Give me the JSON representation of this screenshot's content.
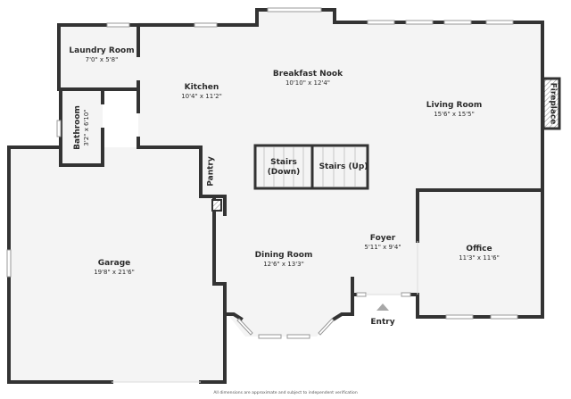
{
  "rooms": {
    "laundry": {
      "name": "Laundry Room",
      "dims": "7'0\" x 5'8\""
    },
    "kitchen": {
      "name": "Kitchen",
      "dims": "10'4\" x 11'2\""
    },
    "breakfast": {
      "name": "Breakfast Nook",
      "dims": "10'10\" x 12'4\""
    },
    "living": {
      "name": "Living Room",
      "dims": "15'6\" x 15'5\""
    },
    "fireplace": {
      "name": "Fireplace"
    },
    "bathroom": {
      "name": "Bathroom",
      "dims": "3'2\" x 6'10\""
    },
    "pantry": {
      "name": "Pantry"
    },
    "stairs_down": {
      "name": "Stairs (Down)"
    },
    "stairs_up": {
      "name": "Stairs (Up)"
    },
    "garage": {
      "name": "Garage",
      "dims": "19'8\" x 21'6\""
    },
    "dining": {
      "name": "Dining Room",
      "dims": "12'6\" x 13'3\""
    },
    "foyer": {
      "name": "Foyer",
      "dims": "5'11\" x 9'4\""
    },
    "office": {
      "name": "Office",
      "dims": "11'3\" x 11'6\""
    }
  },
  "entry": {
    "label": "Entry",
    "icon": "triangle-up-arrow"
  },
  "footer": "All dimensions are approximate and subject to independent verification",
  "colors": {
    "wall": "#333333",
    "floor": "#f4f4f4",
    "window": "#d8d8d8",
    "entry_arrow": "#a8a8a8"
  }
}
